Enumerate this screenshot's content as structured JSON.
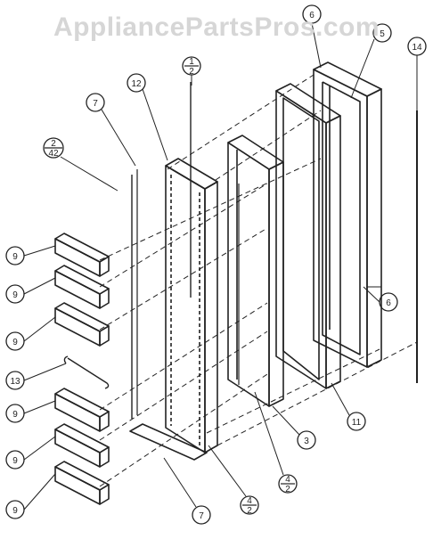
{
  "watermark": "AppliancePartsPros.com",
  "callouts": {
    "c_14": "14",
    "c_5": "5",
    "c_6_top": "6",
    "c_6_right": "6",
    "c_12": "12",
    "c_7_top": "7",
    "c_7_bottom": "7",
    "c_11": "11",
    "c_3": "3",
    "c_13": "13",
    "c_9_a": "9",
    "c_9_b": "9",
    "c_9_c": "9",
    "c_9_d": "9",
    "c_9_e": "9",
    "c_9_f": "9",
    "frac_a": {
      "top": "1",
      "bottom": "2"
    },
    "frac_b": {
      "top": "2",
      "bottom": "42"
    },
    "frac_c": {
      "top": "4",
      "bottom": "2"
    },
    "frac_d": {
      "top": "4",
      "bottom": "2"
    }
  }
}
